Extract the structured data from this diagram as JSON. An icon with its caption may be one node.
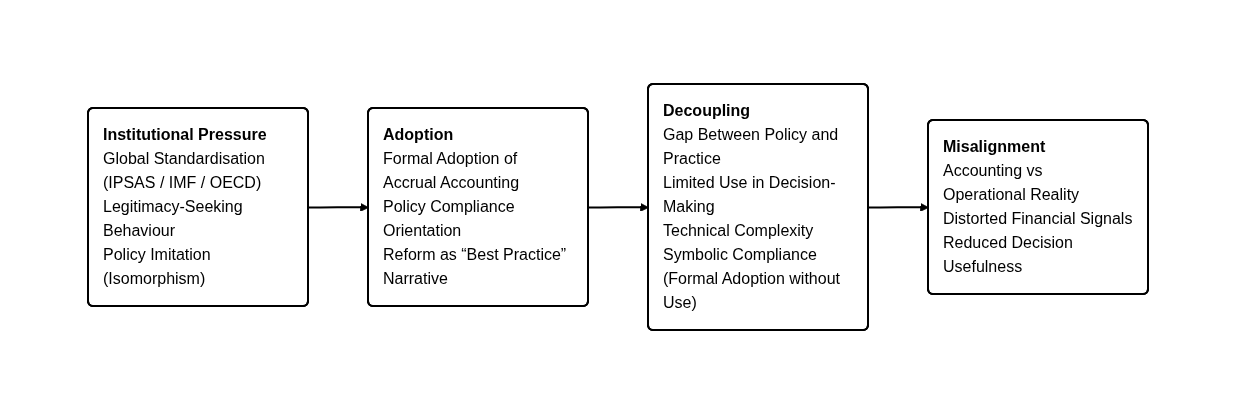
{
  "diagram": {
    "nodes": [
      {
        "text": [
          "Institutional Pressure",
          "Global Standardisation (IPSAS / IMF / OECD)",
          "Legitimacy-Seeking Behaviour",
          "Policy Imitation (Isomorphism)"
        ]
      },
      {
        "text": [
          "Adoption",
          "Formal Adoption of Accrual Accounting",
          "Policy Compliance Orientation",
          "Reform as “Best Practice” Narrative"
        ]
      },
      {
        "text": [
          "Decoupling",
          "Gap Between Policy and Practice",
          "Limited Use in Decision-Making",
          "Technical Complexity",
          "Symbolic Compliance (Formal Adoption without Use)"
        ]
      },
      {
        "text": [
          "Misalignment",
          "Accounting vs Operational Reality",
          "Distorted Financial Signals",
          "Reduced Decision Usefulness"
        ]
      }
    ],
    "edges": [
      {
        "from": 0,
        "to": 1,
        "arrow": "to"
      },
      {
        "from": 1,
        "to": 2,
        "arrow": "to"
      },
      {
        "from": 2,
        "to": 3,
        "arrow": "to"
      }
    ]
  }
}
